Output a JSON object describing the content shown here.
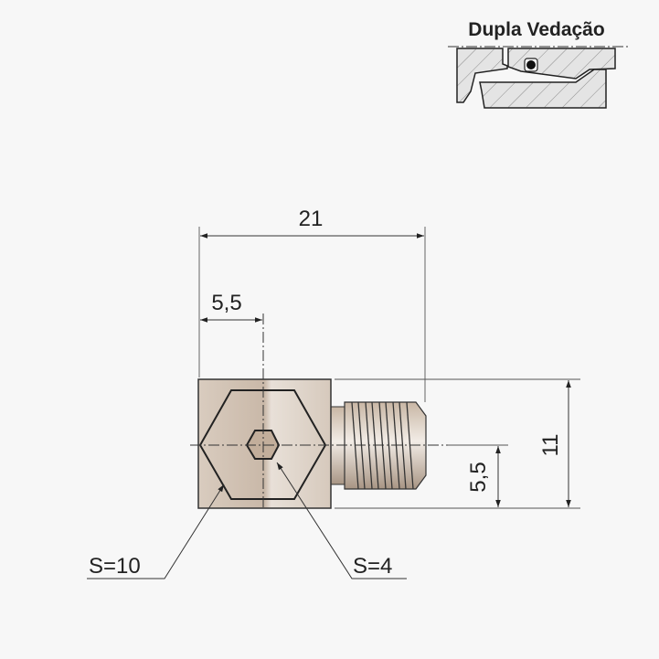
{
  "inset": {
    "title": "Dupla Vedação"
  },
  "dimensions": {
    "overall_length": "21",
    "hex_offset": "5,5",
    "height": "11",
    "center_height": "5,5"
  },
  "callouts": {
    "outer_hex": "S=10",
    "inner_hex": "S=4"
  },
  "colors": {
    "part": "#d8cbbf",
    "background": "#f7f7f7",
    "line": "#222222"
  }
}
